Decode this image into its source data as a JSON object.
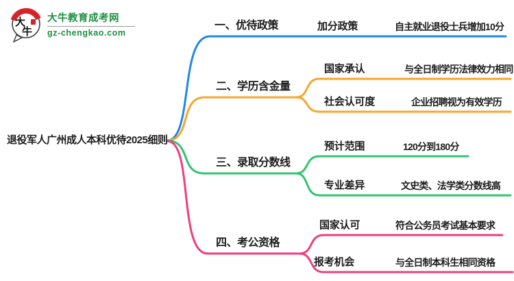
{
  "logo": {
    "char1": "大",
    "char2": "牛",
    "title": "大牛教育成考网",
    "url": "gz-chengkao.com",
    "green": "#1E9141",
    "red": "#D5232A"
  },
  "mindmap": {
    "root": {
      "label": "退役军人广州成人本科优待2025细则"
    },
    "text_color": "#1c1c1c",
    "branches": [
      {
        "label": "一、优待政策",
        "color": "#1E88E5",
        "children": [
          {
            "label": "加分政策",
            "detail": "自主就业退役士兵增加10分"
          }
        ]
      },
      {
        "label": "二、学历含金量",
        "color": "#F7A52B",
        "children": [
          {
            "label": "国家承认",
            "detail": "与全日制学历法律效力相同"
          },
          {
            "label": "社会认可度",
            "detail": "企业招聘视为有效学历"
          }
        ]
      },
      {
        "label": "三、录取分数线",
        "color": "#31C46F",
        "children": [
          {
            "label": "预计范围",
            "detail": "120分到180分"
          },
          {
            "label": "专业差异",
            "detail": "文史类、法学类分数线高"
          }
        ]
      },
      {
        "label": "四、考公资格",
        "color": "#EF3D7D",
        "children": [
          {
            "label": "国家认可",
            "detail": "符合公务员考试基本要求"
          },
          {
            "label": "报考机会",
            "detail": "与全日制本科生相同资格"
          }
        ]
      }
    ]
  }
}
